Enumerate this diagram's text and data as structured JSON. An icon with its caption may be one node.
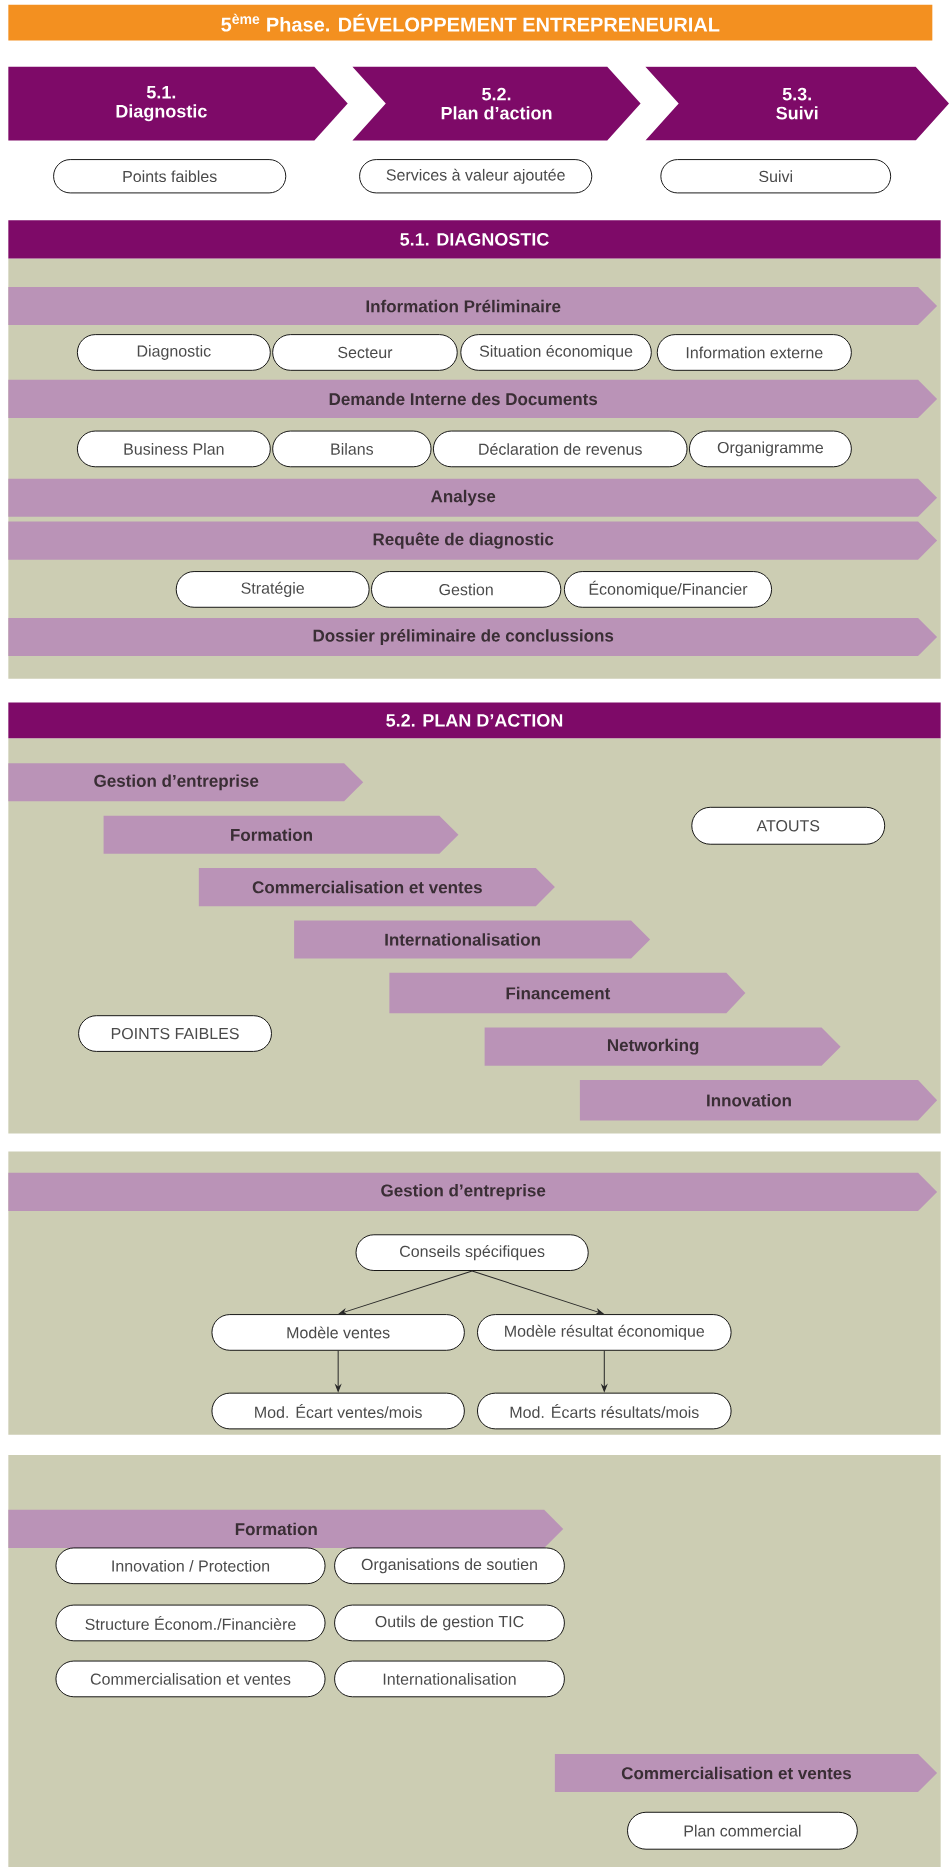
{
  "diagram": {
    "title": "5$^{ème}$ Phase. DÉVELOPPEMENT ENTREPRENEURIAL",
    "nodes": [
      {
        "text": [
          "5.1.",
          "Diagnostic"
        ]
      },
      {
        "text": [
          "5.2.",
          "Plan d’action"
        ]
      },
      {
        "text": [
          "5.3.",
          "Suivi"
        ]
      },
      {
        "text": [
          "Points faibles"
        ]
      },
      {
        "text": [
          "Services à valeur ajoutée"
        ]
      },
      {
        "text": [
          "Suivi"
        ]
      },
      {
        "text": [
          "5.1. DIAGNOSTIC"
        ]
      },
      {
        "text": [
          "Information Préliminaire"
        ],
        "in": 6
      },
      {
        "text": [
          "Diagnostic"
        ],
        "in": 6
      },
      {
        "text": [
          "Secteur"
        ],
        "in": 6
      },
      {
        "text": [
          "Situation économique"
        ],
        "in": 6
      },
      {
        "text": [
          "Information externe"
        ],
        "in": 6
      },
      {
        "text": [
          "Demande Interne des Documents"
        ],
        "in": 6
      },
      {
        "text": [
          "Business Plan"
        ],
        "in": 6
      },
      {
        "text": [
          "Bilans"
        ],
        "in": 6
      },
      {
        "text": [
          "Déclaration de revenus"
        ],
        "in": 6
      },
      {
        "text": [
          "Organigramme"
        ],
        "in": 6
      },
      {
        "text": [
          "Analyse"
        ],
        "in": 6
      },
      {
        "text": [
          "Requête de diagnostic"
        ],
        "in": 6
      },
      {
        "text": [
          "Stratégie"
        ],
        "in": 6
      },
      {
        "text": [
          "Gestion"
        ],
        "in": 6
      },
      {
        "text": [
          "Économique/Financier"
        ],
        "in": 6
      },
      {
        "text": [
          "Dossier préliminaire de conclussions"
        ],
        "in": 6
      },
      {
        "text": [
          "5.2. PLAN D’ACTION"
        ]
      },
      {
        "text": [
          "Gestion d’entreprise"
        ],
        "in": 23
      },
      {
        "text": [
          "Formation"
        ],
        "in": 23
      },
      {
        "text": [
          "ATOUTS"
        ],
        "in": 23
      },
      {
        "text": [
          "Commercialisation et ventes"
        ],
        "in": 23
      },
      {
        "text": [
          "Internationalisation"
        ],
        "in": 23
      },
      {
        "text": [
          "Financement"
        ],
        "in": 23
      },
      {
        "text": [
          "POINTS FAIBLES"
        ],
        "in": 23
      },
      {
        "text": [
          "Networking"
        ],
        "in": 23
      },
      {
        "text": [
          "Innovation"
        ],
        "in": 23
      },
      {
        "text": [],
        "shape": "box"
      },
      {
        "text": [
          "Gestion d’entreprise"
        ],
        "in": 33
      },
      {
        "text": [
          "Conseils spécifiques"
        ],
        "in": 33
      },
      {
        "text": [
          "Modèle ventes"
        ],
        "in": 33
      },
      {
        "text": [
          "Modèle résultat économique"
        ],
        "in": 33
      },
      {
        "text": [
          "Mod. Écart ventes/mois"
        ],
        "in": 33
      },
      {
        "text": [
          "Mod. Écarts résultats/mois"
        ],
        "in": 33
      },
      {
        "text": [],
        "shape": "box"
      },
      {
        "text": [
          "Formation"
        ],
        "in": 40
      },
      {
        "text": [
          "Innovation / Protection"
        ],
        "in": 40
      },
      {
        "text": [
          "Organisations de soutien"
        ],
        "in": 40
      },
      {
        "text": [
          "Structure Économ./Financière"
        ],
        "in": 40
      },
      {
        "text": [
          "Outils de gestion TIC"
        ],
        "in": 40
      },
      {
        "text": [
          "Commercialisation et ventes"
        ],
        "in": 40
      },
      {
        "text": [
          "Internationalisation"
        ],
        "in": 40
      },
      {
        "text": [
          "Commercialisation et ventes"
        ],
        "in": 40
      },
      {
        "text": [
          "Plan commercial"
        ],
        "in": 40
      }
    ],
    "edges": [
      {
        "from": 35,
        "to": 36,
        "arrow": "to"
      },
      {
        "from": 35,
        "to": 37,
        "arrow": "to"
      },
      {
        "from": 36,
        "to": 38,
        "arrow": "to"
      },
      {
        "from": 37,
        "to": 39,
        "arrow": "to"
      }
    ]
  }
}
